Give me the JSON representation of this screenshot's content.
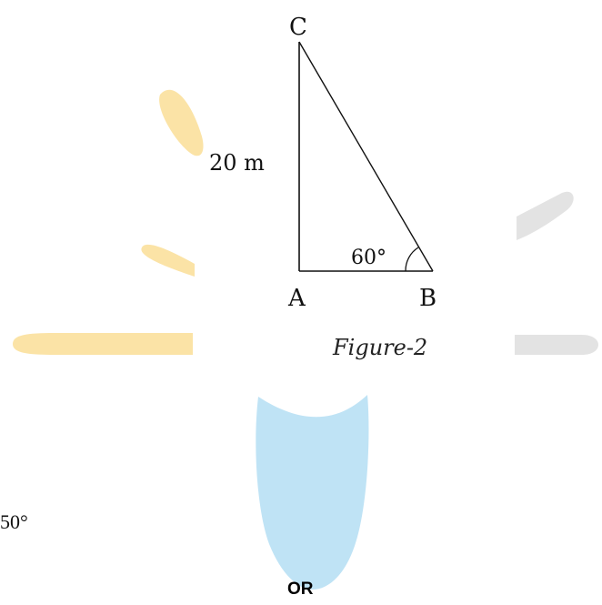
{
  "figure": {
    "vertex_labels": {
      "top": "C",
      "bottom_left": "A",
      "bottom_right": "B"
    },
    "side_label": "20 m",
    "angle_label": "60°",
    "caption": "Figure-2"
  },
  "stray_text": "50°",
  "separator": "OR",
  "colors": {
    "line": "#111111",
    "watermark_yellow": "#fbe3a6",
    "watermark_grey": "#e3e3e3",
    "watermark_blue": "#bfe3f5"
  }
}
